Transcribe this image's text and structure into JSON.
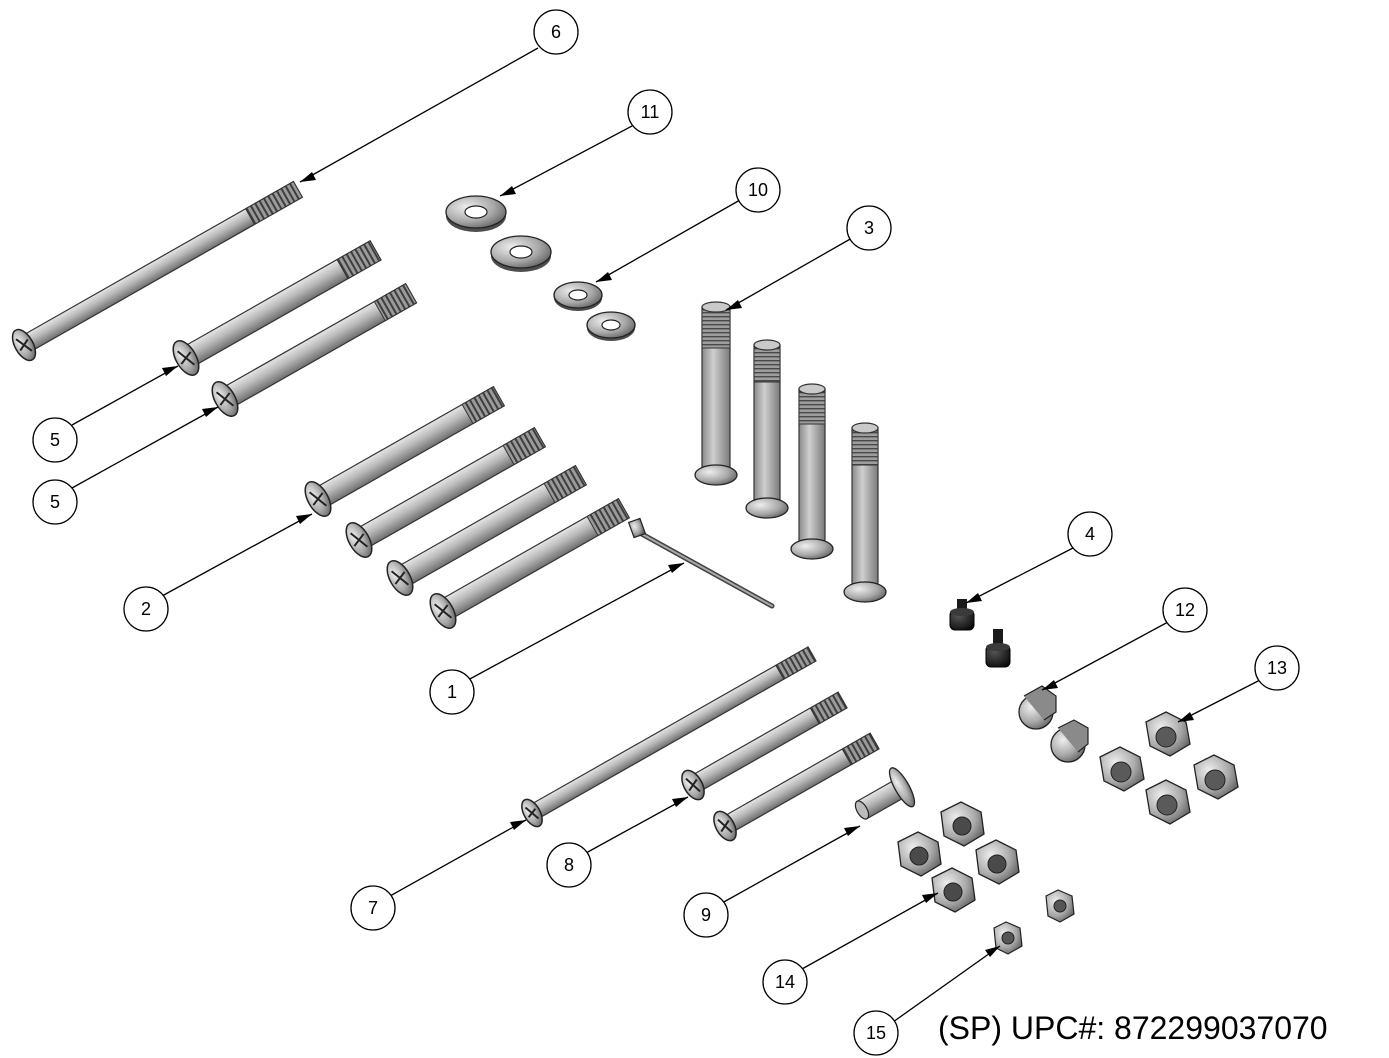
{
  "labels": {
    "b1": "1",
    "b2": "2",
    "b3": "3",
    "b4": "4",
    "b5a": "5",
    "b5b": "5",
    "b6": "6",
    "b7": "7",
    "b8": "8",
    "b9": "9",
    "b10": "10",
    "b11": "11",
    "b12": "12",
    "b13": "13",
    "b14": "14",
    "b15": "15"
  },
  "footer": {
    "upc": "(SP) UPC#: 872299037070"
  }
}
